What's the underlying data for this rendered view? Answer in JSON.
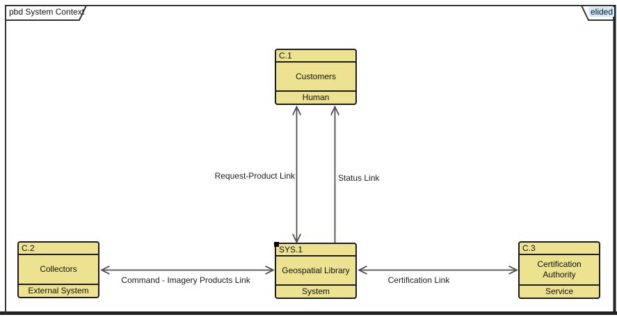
{
  "frame": {
    "title": "pbd System Context",
    "corner_label": "elided"
  },
  "colors": {
    "block_fill": "#ece290",
    "block_border": "#1b1b1b",
    "link_line": "#4f4f4f",
    "frame_border": "#333333",
    "window_edge": "#222222",
    "elided_highlight": "#cfe8fb"
  },
  "blocks": [
    {
      "id": "C.1",
      "name": "Customers",
      "stereotype": "Human"
    },
    {
      "id": "C.2",
      "name": "Collectors",
      "stereotype": "External System"
    },
    {
      "id": "SYS.1",
      "name": "Geospatial Library",
      "stereotype": "System"
    },
    {
      "id": "C.3",
      "name": "Certification Authority",
      "stereotype": "Service"
    }
  ],
  "links": [
    {
      "label": "Request-Product Link",
      "from": "Customers",
      "to": "Geospatial Library",
      "arrows": "both"
    },
    {
      "label": "Status Link",
      "from": "Geospatial Library",
      "to": "Customers",
      "arrows": "to-customers"
    },
    {
      "label": "Command - Imagery Products Link",
      "from": "Collectors",
      "to": "Geospatial Library",
      "arrows": "both"
    },
    {
      "label": "Certification Link",
      "from": "Geospatial Library",
      "to": "Certification Authority",
      "arrows": "both"
    }
  ]
}
